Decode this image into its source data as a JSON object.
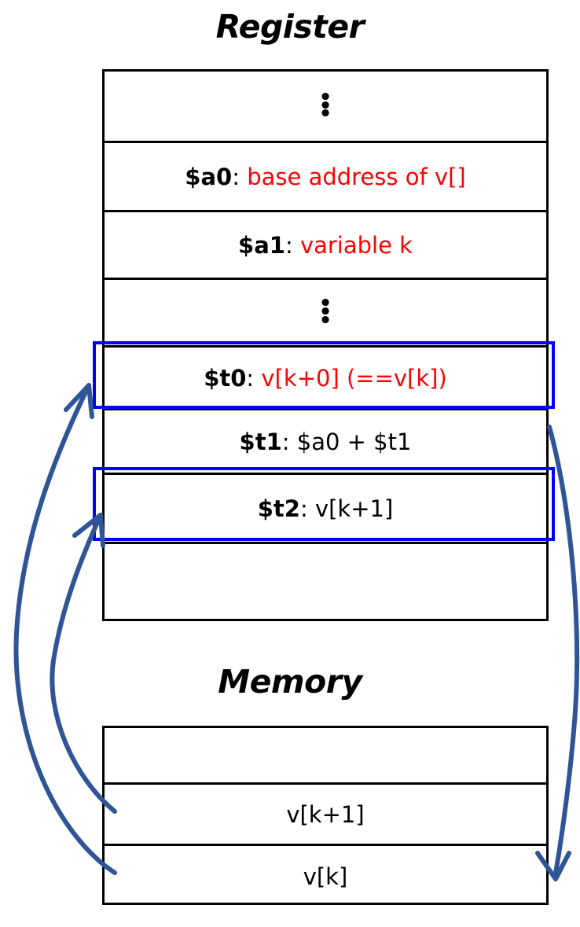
{
  "diagram": {
    "title_register": "Register",
    "title_memory": "Memory",
    "vertical_ellipsis_glyph": "⋮",
    "colors": {
      "text": "#000000",
      "value_highlight": "#FF0000",
      "row_highlight_border": "#0000FF",
      "arrow": "#2F5597",
      "table_border": "#000000",
      "background": "#FFFFFF"
    }
  },
  "register_table": {
    "rows": [
      {
        "kind": "ellipsis",
        "name": "",
        "separator": "",
        "value": "",
        "value_color": "black",
        "highlighted": false
      },
      {
        "kind": "entry",
        "name": "$a0",
        "separator": ":",
        "value": "base address of v[]",
        "value_color": "red",
        "highlighted": false
      },
      {
        "kind": "entry",
        "name": "$a1",
        "separator": ":",
        "value": "variable k",
        "value_color": "red",
        "highlighted": false
      },
      {
        "kind": "ellipsis",
        "name": "",
        "separator": "",
        "value": "",
        "value_color": "black",
        "highlighted": false
      },
      {
        "kind": "entry",
        "name": "$t0",
        "separator": ":",
        "value": "v[k+0] (==v[k])",
        "value_color": "red",
        "highlighted": true
      },
      {
        "kind": "entry",
        "name": "$t1",
        "separator": ":",
        "value": "$a0 + $t1",
        "value_color": "black",
        "highlighted": false
      },
      {
        "kind": "entry",
        "name": "$t2",
        "separator": ":",
        "value": "v[k+1]",
        "value_color": "black",
        "highlighted": true
      },
      {
        "kind": "empty",
        "name": "",
        "separator": "",
        "value": "",
        "value_color": "black",
        "highlighted": false
      }
    ]
  },
  "memory_table": {
    "rows": [
      {
        "label": ""
      },
      {
        "label": "v[k+1]"
      },
      {
        "label": "v[k]"
      }
    ]
  },
  "arrows": [
    {
      "id": "arrow-vk-to-t0",
      "from": "memory v[k]",
      "to": "register $t0",
      "direction": "up-right"
    },
    {
      "id": "arrow-vk1-to-t2",
      "from": "memory v[k+1]",
      "to": "register $t2",
      "direction": "up-right"
    },
    {
      "id": "arrow-t1-to-memory",
      "from": "register $t1",
      "to": "memory v[k]",
      "direction": "down"
    }
  ]
}
